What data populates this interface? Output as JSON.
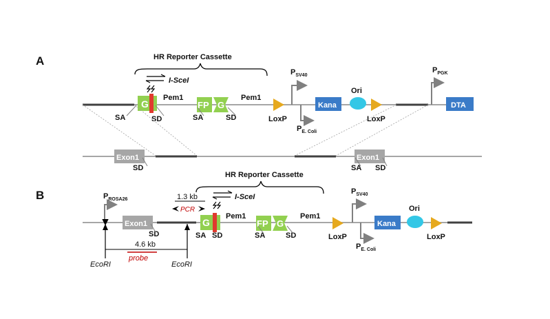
{
  "panels": {
    "a": {
      "letter": "A",
      "cassette_title": "HR Reporter Cassette",
      "isce1": "I-SceI",
      "labels": {
        "g": "G",
        "fp": "FP",
        "g2": "G",
        "pem1_left": "Pem1",
        "pem1_right": "Pem1",
        "sa1": "SA",
        "sd1": "SD",
        "sa2": "SA",
        "sd2": "SD",
        "loxp1": "LoxP",
        "loxp2": "LoxP",
        "kana": "Kana",
        "ori": "Ori",
        "dta": "DTA",
        "p_sv40": "P",
        "p_sv40_sub": "SV40",
        "p_ecoli": "P",
        "p_ecoli_sub": "E. Coli",
        "p_pgk": "P",
        "p_pgk_sub": "PGK"
      },
      "locus": {
        "exon1_left": "Exon1",
        "sd_left": "SD",
        "exon1_right": "Exon1",
        "sa_right": "SA",
        "sd_right": "SD"
      }
    },
    "b": {
      "letter": "B",
      "cassette_title": "HR Reporter Cassette",
      "isce1": "I-SceI",
      "pcr": "PCR",
      "pcr_size": "1.3 kb",
      "southern_size": "4.6 kb",
      "probe": "probe",
      "ecori_left": "EcoRI",
      "ecori_right": "EcoRI",
      "labels": {
        "p_rosa": "P",
        "p_rosa_sub": "ROSA26",
        "exon1": "Exon1",
        "sd_exon": "SD",
        "g": "G",
        "fp": "FP",
        "g2": "G",
        "sa1": "SA",
        "sd1": "SD",
        "sa2": "SA",
        "sd2": "SD",
        "pem1_left": "Pem1",
        "pem1_right": "Pem1",
        "loxp1": "LoxP",
        "loxp2": "LoxP",
        "kana": "Kana",
        "ori": "Ori",
        "p_sv40": "P",
        "p_sv40_sub": "SV40",
        "p_ecoli": "P",
        "p_ecoli_sub": "E. Coli"
      }
    }
  },
  "colors": {
    "green": "#92D050",
    "red": "#E03A2E",
    "blue": "#3A7BC8",
    "cyan": "#33C7E6",
    "gold": "#E6A91E",
    "grey_box": "#A6A6A6",
    "line": "#A6A6A6",
    "dark_line": "#404040",
    "probe_red": "#C00000"
  }
}
